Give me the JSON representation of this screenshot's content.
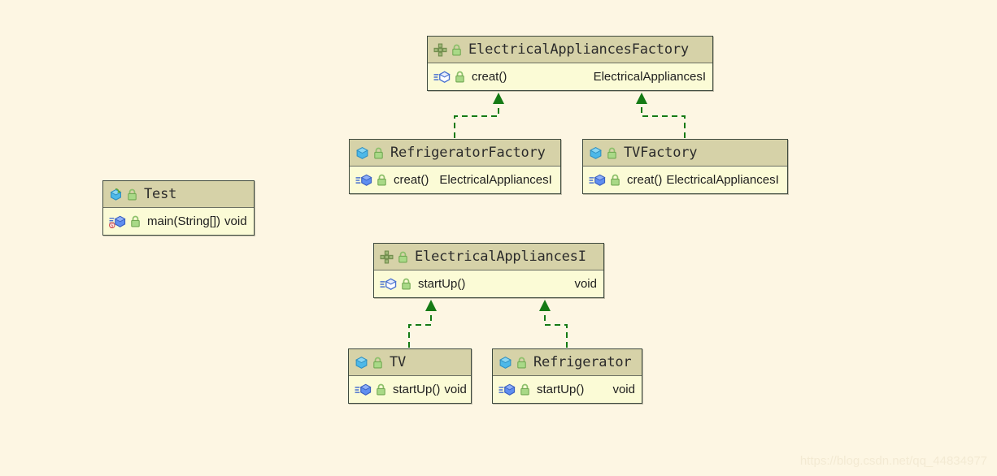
{
  "diagram": {
    "kind": "uml-class-diagram",
    "background_color": "#fdf6e3",
    "node_header_color": "#d6d2a8",
    "node_body_color": "#fbfbd6",
    "node_border_color": "#3f4a3f",
    "edge_color": "#1a7a1a",
    "edge_style": "dashed",
    "edge_arrow": "filled-triangle",
    "relationship": "realization"
  },
  "nodes": {
    "factory_interface": {
      "title": "ElectricalAppliancesFactory",
      "type_icon": "interface-icon",
      "visibility_icon": "lock-public-icon",
      "members": [
        {
          "icon": "abstract-method-icon",
          "visibility_icon": "lock-public-icon",
          "name": "creat()",
          "return_type": "ElectricalAppliancesI"
        }
      ]
    },
    "refrigerator_factory": {
      "title": "RefrigeratorFactory",
      "type_icon": "class-icon",
      "visibility_icon": "lock-public-icon",
      "members": [
        {
          "icon": "method-icon",
          "visibility_icon": "lock-public-icon",
          "name": "creat()",
          "return_type": "ElectricalAppliancesI"
        }
      ]
    },
    "tv_factory": {
      "title": "TVFactory",
      "type_icon": "class-icon",
      "visibility_icon": "lock-public-icon",
      "members": [
        {
          "icon": "method-icon",
          "visibility_icon": "lock-public-icon",
          "name": "creat()",
          "return_type": "ElectricalAppliancesI"
        }
      ]
    },
    "test": {
      "title": "Test",
      "type_icon": "runnable-class-icon",
      "visibility_icon": "lock-public-icon",
      "members": [
        {
          "icon": "static-method-icon",
          "visibility_icon": "lock-public-icon",
          "name": "main(String[])",
          "return_type": "void"
        }
      ]
    },
    "appliances_interface": {
      "title": "ElectricalAppliancesI",
      "type_icon": "interface-icon",
      "visibility_icon": "lock-public-icon",
      "members": [
        {
          "icon": "abstract-method-icon",
          "visibility_icon": "lock-public-icon",
          "name": "startUp()",
          "return_type": "void"
        }
      ]
    },
    "tv": {
      "title": "TV",
      "type_icon": "class-icon",
      "visibility_icon": "lock-public-icon",
      "members": [
        {
          "icon": "method-icon",
          "visibility_icon": "lock-public-icon",
          "name": "startUp()",
          "return_type": "void"
        }
      ]
    },
    "refrigerator": {
      "title": "Refrigerator",
      "type_icon": "class-icon",
      "visibility_icon": "lock-public-icon",
      "members": [
        {
          "icon": "method-icon",
          "visibility_icon": "lock-public-icon",
          "name": "startUp()",
          "return_type": "void"
        }
      ]
    }
  },
  "edges": [
    {
      "from": "refrigerator_factory",
      "to": "factory_interface",
      "type": "realization"
    },
    {
      "from": "tv_factory",
      "to": "factory_interface",
      "type": "realization"
    },
    {
      "from": "tv",
      "to": "appliances_interface",
      "type": "realization"
    },
    {
      "from": "refrigerator",
      "to": "appliances_interface",
      "type": "realization"
    }
  ],
  "watermark": {
    "text": "https://blog.csdn.net/qq_44834977"
  }
}
